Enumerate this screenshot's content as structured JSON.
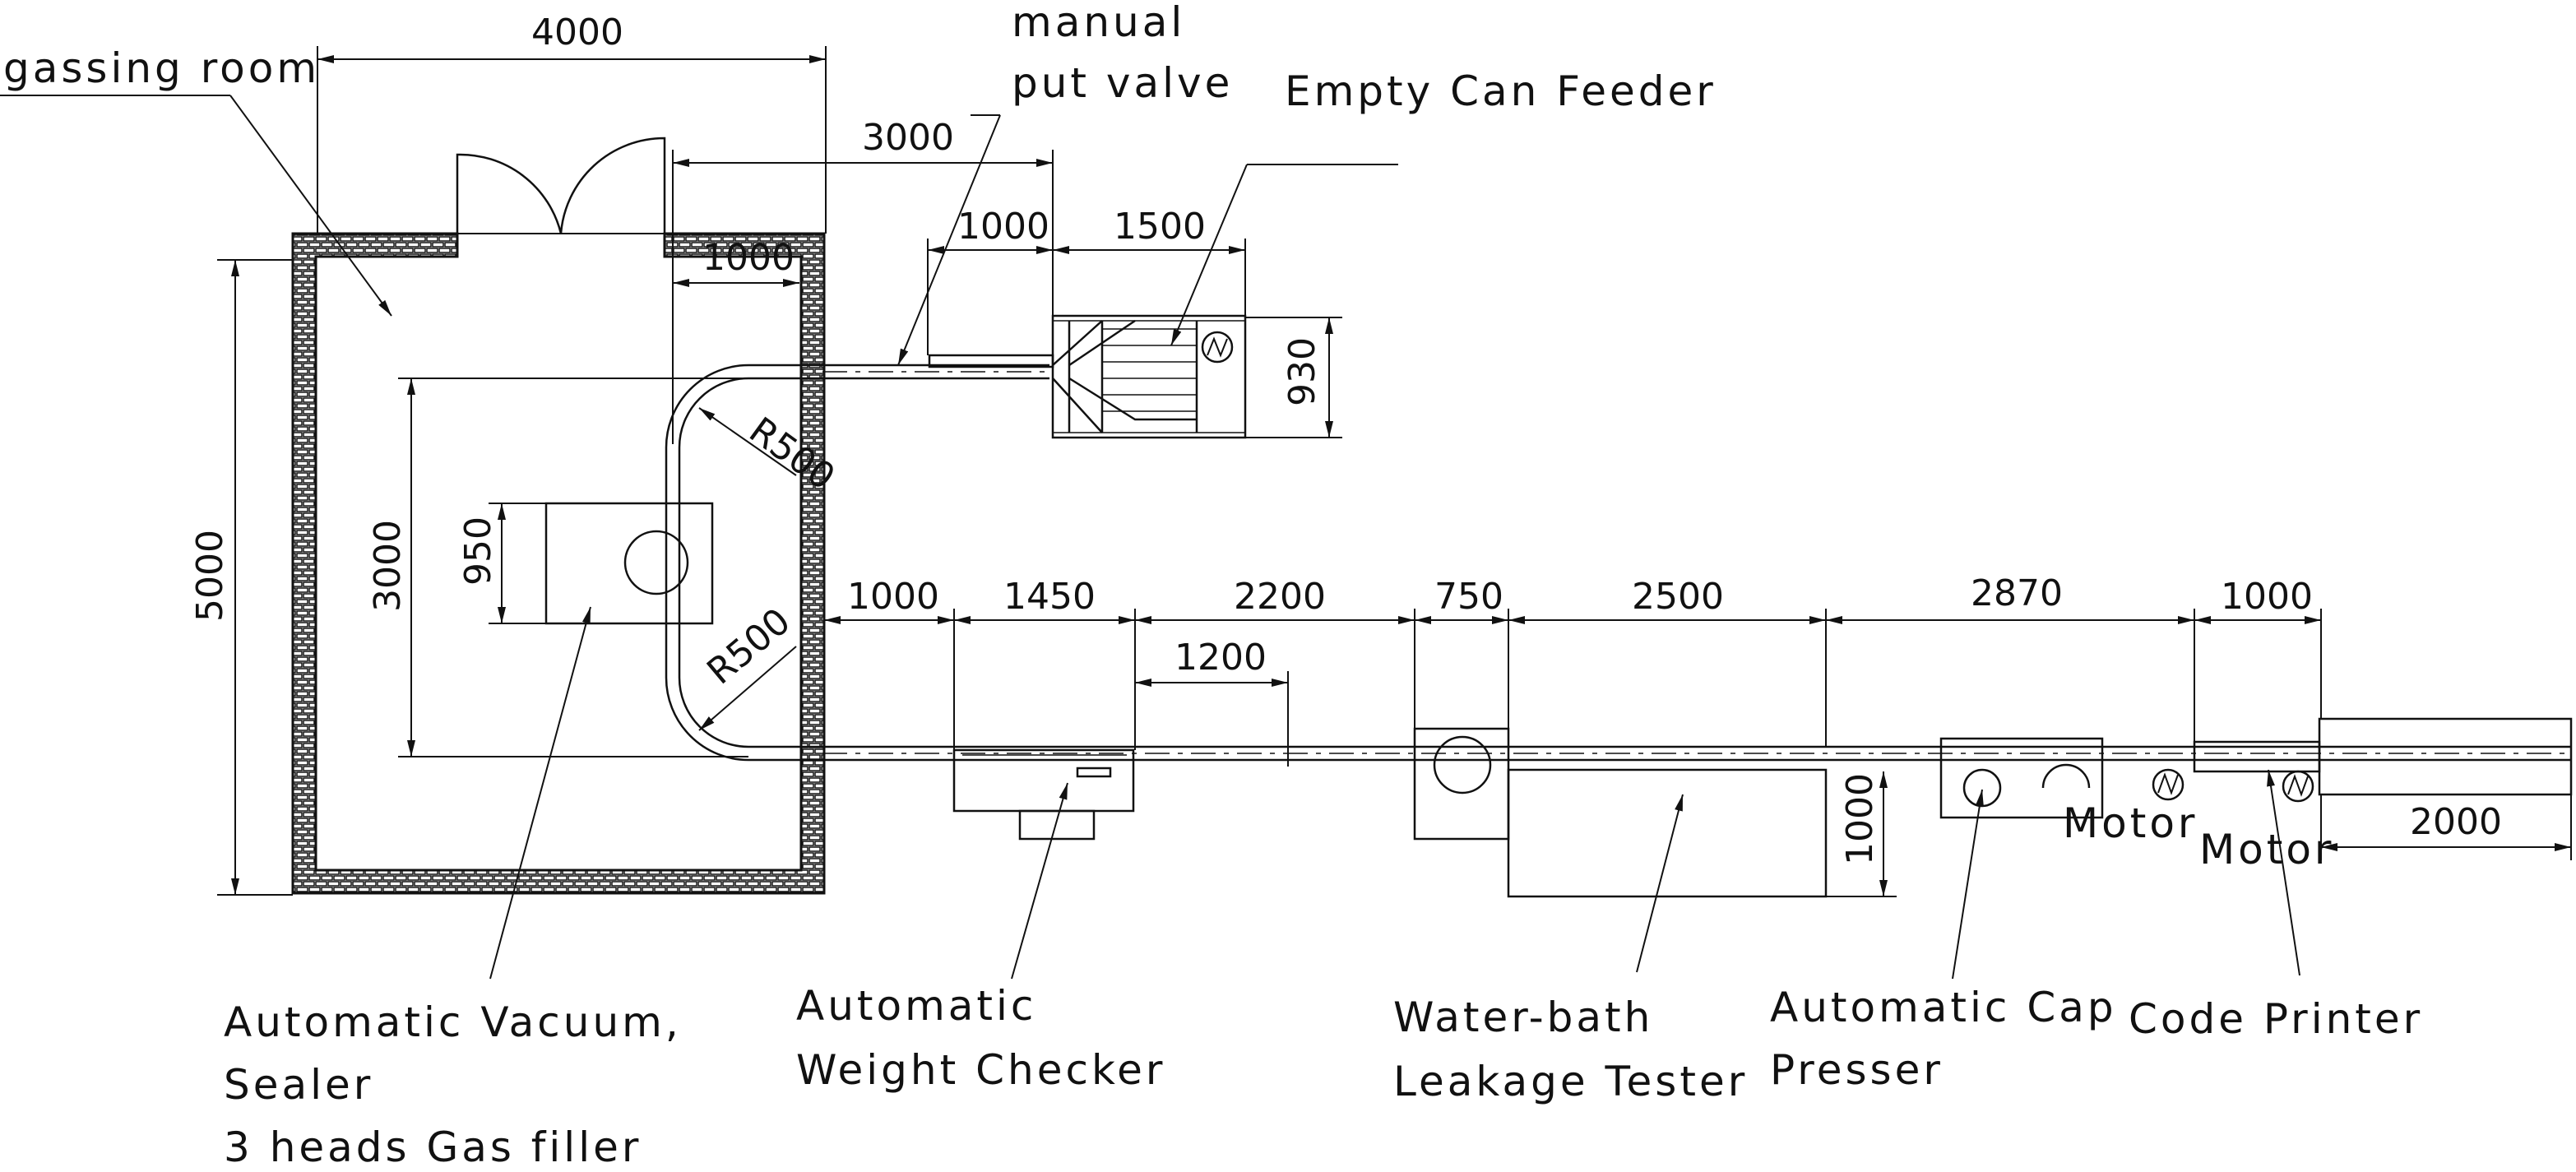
{
  "labels": {
    "gassing_room": "gassing room",
    "manual_put_valve_1": "manual",
    "manual_put_valve_2": "put valve",
    "empty_can_feeder": "Empty Can Feeder",
    "vacuum_sealer_1": "Automatic Vacuum,",
    "vacuum_sealer_2": "Sealer",
    "vacuum_sealer_3": "3 heads Gas filler",
    "weight_checker_1": "Automatic",
    "weight_checker_2": "Weight Checker",
    "leakage_tester_1": "Water-bath",
    "leakage_tester_2": "Leakage Tester",
    "cap_presser_1": "Automatic Cap",
    "cap_presser_2": "Presser",
    "code_printer": "Code Printer",
    "motor_1": "Motor",
    "motor_2": "Motor"
  },
  "dimensions": {
    "room_width": "4000",
    "room_height": "5000",
    "inner_loop_height": "3000",
    "sealer_width": "950",
    "feeder_offset": "3000",
    "inner_offset": "1000",
    "valve_length": "1000",
    "feeder_length": "1500",
    "feeder_width": "930",
    "radius_top": "R500",
    "radius_bottom": "R500",
    "line_gap_1": "1000",
    "weight_checker_len": "1450",
    "gap_2200": "2200",
    "gap_1200": "1200",
    "gap_750": "750",
    "tester_len": "2500",
    "gap_2870": "2870",
    "gap_1000_end": "1000",
    "tester_width": "1000",
    "end_table_len": "2000"
  }
}
